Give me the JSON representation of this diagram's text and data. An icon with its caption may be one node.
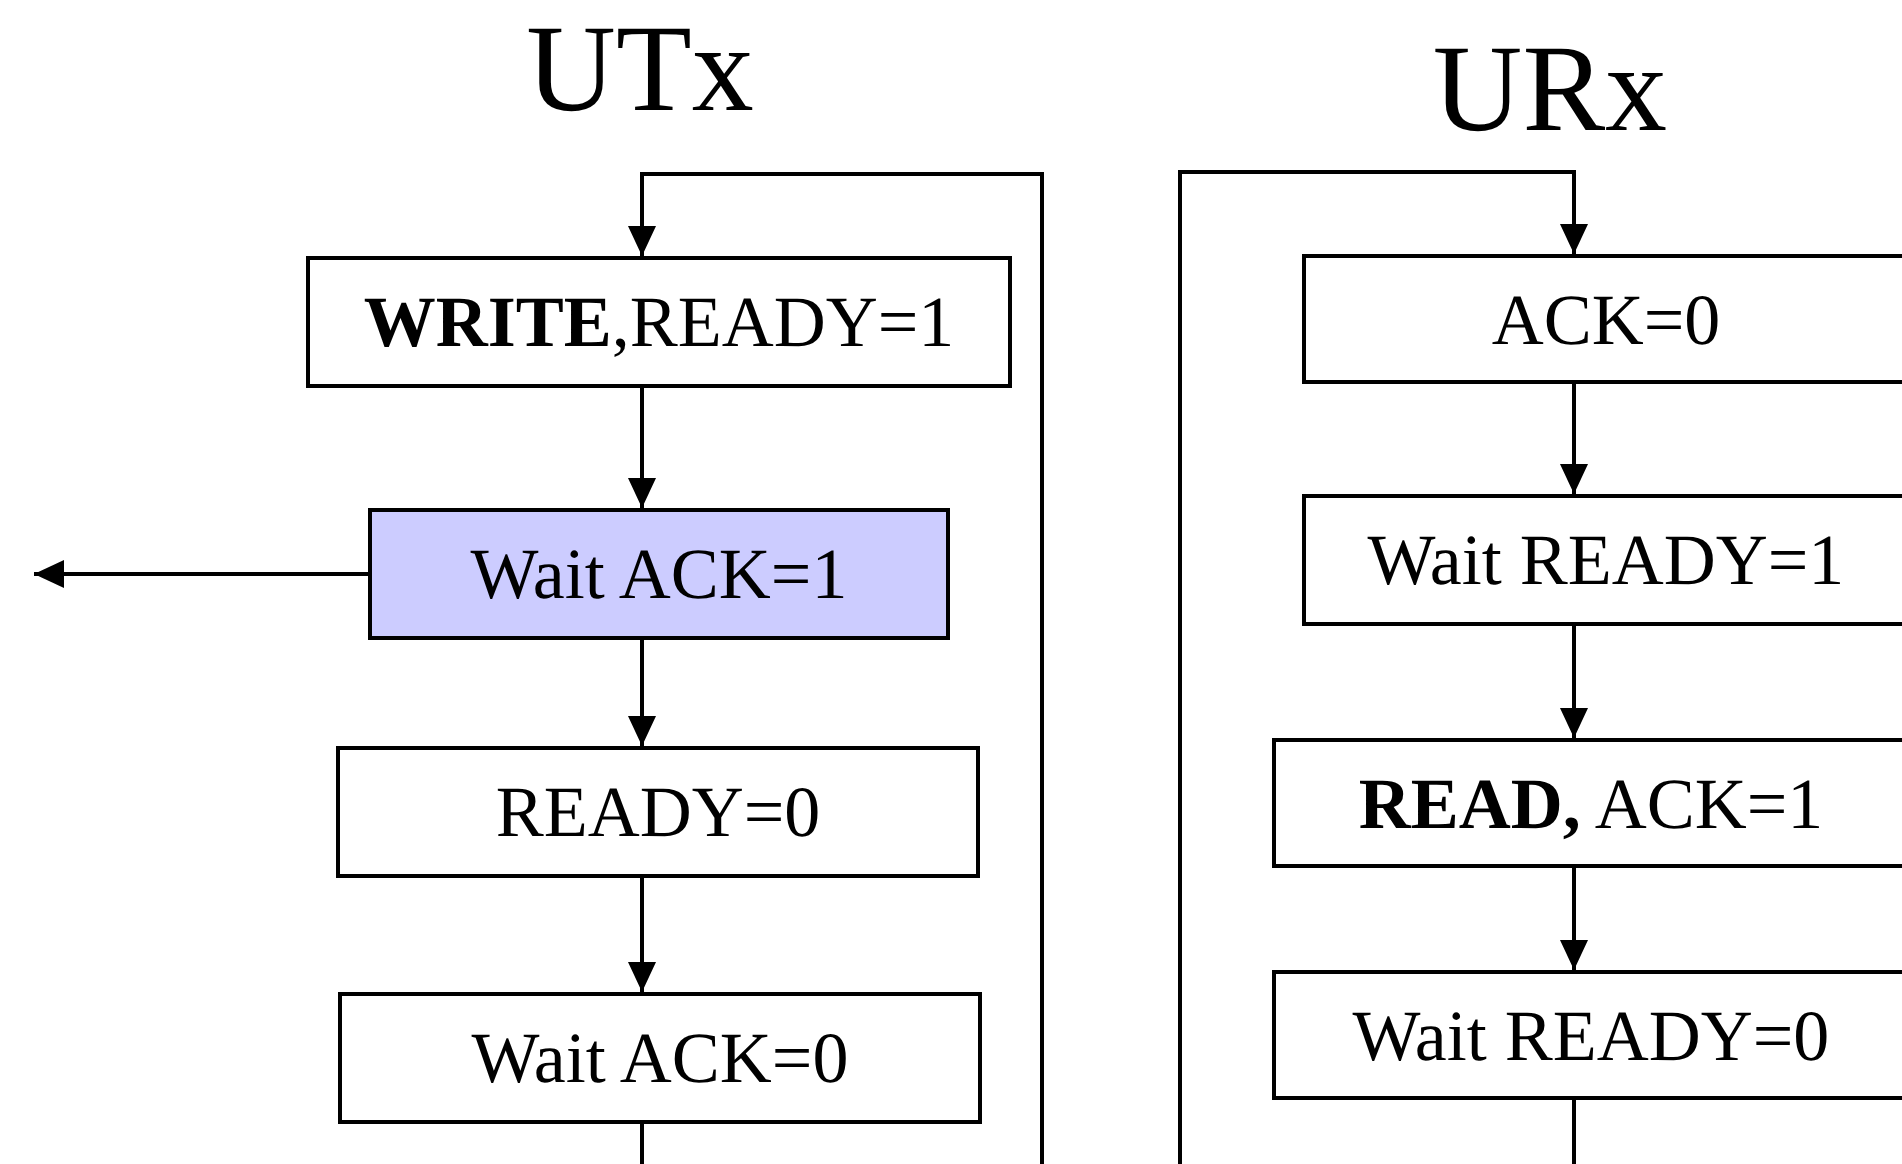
{
  "diagram": {
    "nodes": [
      {
        "text": [
          "**WRITE**,READY=1"
        ]
      },
      {
        "text": [
          "Wait ACK=1"
        ]
      },
      {
        "text": [
          "READY=0"
        ]
      },
      {
        "text": [
          "Wait ACK=0"
        ]
      },
      {
        "text": [
          "ACK=0"
        ]
      },
      {
        "text": [
          "Wait READY=1"
        ]
      },
      {
        "text": [
          "**READ,** ACK=1"
        ]
      },
      {
        "text": [
          "Wait READY=0"
        ]
      }
    ],
    "edges": [
      {
        "from": 0,
        "to": 1,
        "arrow": "to"
      },
      {
        "from": 1,
        "to": 2,
        "arrow": "to"
      },
      {
        "from": 2,
        "to": 3,
        "arrow": "to"
      },
      {
        "from": 3,
        "to": 0,
        "arrow": "to"
      },
      {
        "from": 1,
        "to": null,
        "arrow": "to"
      },
      {
        "from": 4,
        "to": 5,
        "arrow": "to"
      },
      {
        "from": 5,
        "to": 6,
        "arrow": "to"
      },
      {
        "from": 6,
        "to": 7,
        "arrow": "to"
      },
      {
        "from": 7,
        "to": 4,
        "arrow": "to"
      }
    ],
    "labels": [
      "UTx",
      "URx"
    ]
  }
}
